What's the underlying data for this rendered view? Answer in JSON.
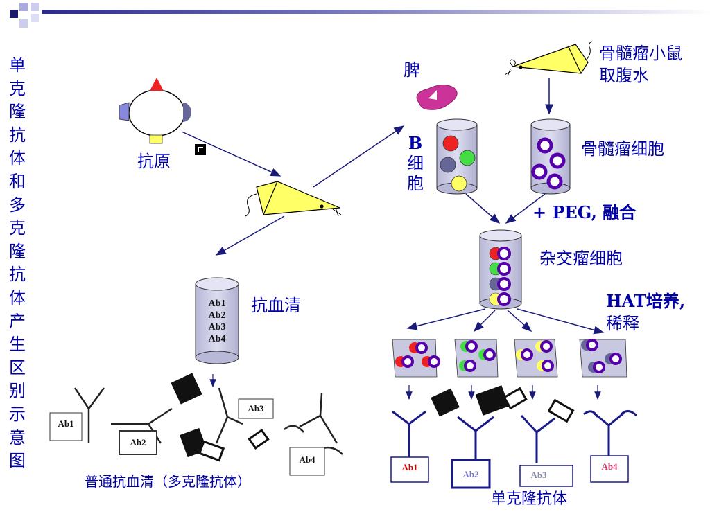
{
  "slide": {
    "title_vertical": "单克隆抗体和多克隆抗体产生区别示意图"
  },
  "labels": {
    "antigen": "抗原",
    "spleen": "脾",
    "b_cell": "B细胞",
    "b_cell_b": "B",
    "b_cell_rest": "细胞",
    "myeloma_mouse_line1": "骨髓瘤小鼠",
    "myeloma_mouse_line2": "取腹水",
    "myeloma_cells": "骨髓瘤细胞",
    "peg_fusion": "+ PEG, 融合",
    "hybridoma": "杂交瘤细胞",
    "hat_line1": "HAT培养,",
    "hat_line2": "稀释",
    "antiserum": "抗血清",
    "polyclonal_caption": "普通抗血清（多克隆抗体）",
    "monoclonal_caption": "单克隆抗体"
  },
  "serum_contents": [
    "Ab1",
    "Ab2",
    "Ab3",
    "Ab4"
  ],
  "polyclonal_labels": {
    "ab1": "Ab1",
    "ab2": "Ab2",
    "ab3": "Ab3",
    "ab4": "Ab4"
  },
  "monoclonal_labels": {
    "ab1": "Ab1",
    "ab2": "Ab2",
    "ab3": "Ab3",
    "ab4": "Ab4"
  },
  "colors": {
    "text_blue": "#0000aa",
    "arrow": "#1a1a7a",
    "mouse_fill": "#ffff66",
    "cylinder_fill": "#c8c8e0",
    "spleen": "#cc3399",
    "ab1_red": "#cc0000",
    "ab2_blue": "#7777cc",
    "ab3_grey": "#8888aa",
    "ab4_pink": "#cc3366"
  }
}
